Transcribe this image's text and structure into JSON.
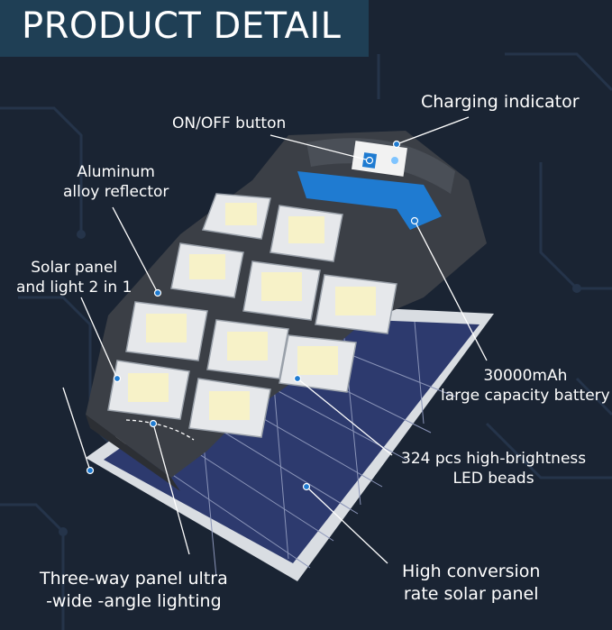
{
  "title": "PRODUCT DETAIL",
  "callouts": {
    "charging_indicator": "Charging indicator",
    "on_off_button": "ON/OFF button",
    "aluminum_reflector": [
      "Aluminum",
      "alloy reflector"
    ],
    "solar_panel_light": [
      "Solar panel",
      "and light 2 in 1"
    ],
    "battery": [
      "30000mAh",
      "large capacity battery"
    ],
    "led_beads": [
      "324 pcs high-brightness",
      "LED beads"
    ],
    "three_way_panel": [
      "Three-way panel ultra",
      "-wide -angle lighting"
    ],
    "solar_conversion": [
      "High conversion",
      "rate solar panel"
    ]
  },
  "colors": {
    "background": "#1a2433",
    "title_bar": "#1f3f55",
    "accent_blue": "#1f7bd1",
    "leader_line": "#ffffff",
    "housing": "#3b3f46"
  }
}
